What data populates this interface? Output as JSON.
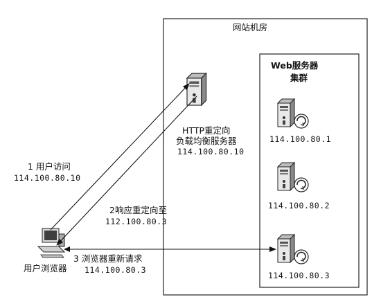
{
  "room": {
    "title": "网站机房"
  },
  "cluster": {
    "title_line1": "Web服务器",
    "title_line2": "集群"
  },
  "lb": {
    "label_line1": "HTTP重定向",
    "label_line2": "负载均衡服务器",
    "ip": "114.100.80.10"
  },
  "servers": [
    {
      "ip": "114.100.80.1"
    },
    {
      "ip": "114.100.80.2"
    },
    {
      "ip": "114.100.80.3"
    }
  ],
  "client": {
    "label": "用户浏览器"
  },
  "steps": [
    {
      "label": "1 用户访问",
      "ip": "114.100.80.10"
    },
    {
      "label": "2响应重定向至",
      "ip": "112.100.80.3"
    },
    {
      "label": "3 浏览器重新请求",
      "ip": "114.100.80.3"
    }
  ]
}
